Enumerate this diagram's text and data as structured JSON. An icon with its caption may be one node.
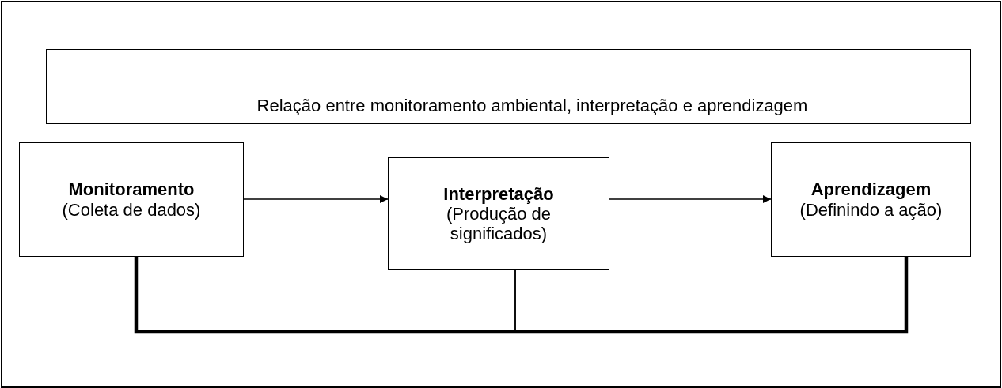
{
  "diagram": {
    "nodes": [
      {
        "text": [
          "Relação entre monitoramento ambiental, interpretação e aprendizagem"
        ]
      },
      {
        "text": [
          "Monitoramento",
          "(Coleta de dados)"
        ]
      },
      {
        "text": [
          "Interpretação",
          "(Produção de significados)"
        ]
      },
      {
        "text": [
          "Aprendizagem",
          "(Definindo a ação)"
        ]
      }
    ],
    "edges": [
      {
        "from": 1,
        "to": 2,
        "arrow": "to"
      },
      {
        "from": 2,
        "to": 3,
        "arrow": "to"
      },
      {
        "from": 1,
        "to": 3,
        "arrow": "none",
        "style": "thick"
      },
      {
        "from": 2,
        "to": 1,
        "arrow": "none"
      },
      {
        "from": 2,
        "to": 3,
        "arrow": "none"
      }
    ]
  }
}
